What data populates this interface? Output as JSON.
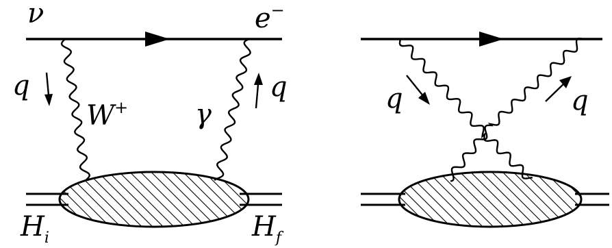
{
  "diagrams": [
    {
      "labels": {
        "incoming": "ν",
        "outgoing_base": "e",
        "outgoing_sup": "−",
        "boson_left_base": "W",
        "boson_left_sup": "+",
        "boson_right": "γ",
        "momentum_left": "q",
        "momentum_right": "q",
        "initial_base": "H",
        "initial_sub": "i",
        "final_base": "H",
        "final_sub": "f"
      }
    },
    {
      "labels": {
        "momentum_left": "q",
        "momentum_right": "q"
      }
    }
  ],
  "colors": {
    "ink": "#000000",
    "background": "#ffffff",
    "blob_fill": "#ffffff"
  }
}
